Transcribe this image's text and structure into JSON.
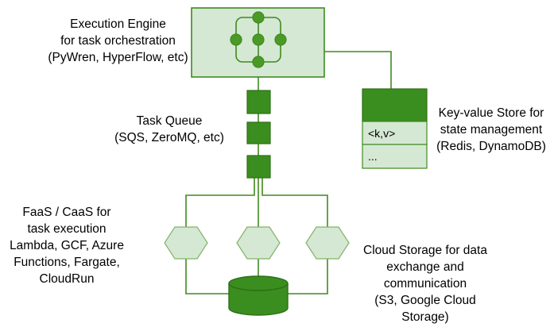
{
  "colors": {
    "stroke": "#3f8a1f",
    "fill_light": "#d5e8d4",
    "fill_dark": "#3a8e1f",
    "node_fill": "#4c9a26"
  },
  "execution_engine": {
    "lines": [
      "Execution Engine",
      "for task orchestration",
      "(PyWren, HyperFlow, etc)"
    ]
  },
  "task_queue": {
    "lines": [
      "Task Queue",
      "(SQS, ZeroMQ, etc)"
    ]
  },
  "kv_store": {
    "lines": [
      "Key-value Store for",
      "state management",
      "(Redis, DynamoDB)"
    ],
    "rows": [
      "<k,v>",
      "..."
    ]
  },
  "faas": {
    "lines": [
      "FaaS / CaaS for",
      "task execution",
      "Lambda, GCF, Azure",
      "Functions, Fargate,",
      "CloudRun"
    ]
  },
  "cloud_storage": {
    "lines": [
      "Cloud Storage for data",
      "exchange and",
      "communication",
      "(S3, Google Cloud",
      "Storage)"
    ]
  }
}
